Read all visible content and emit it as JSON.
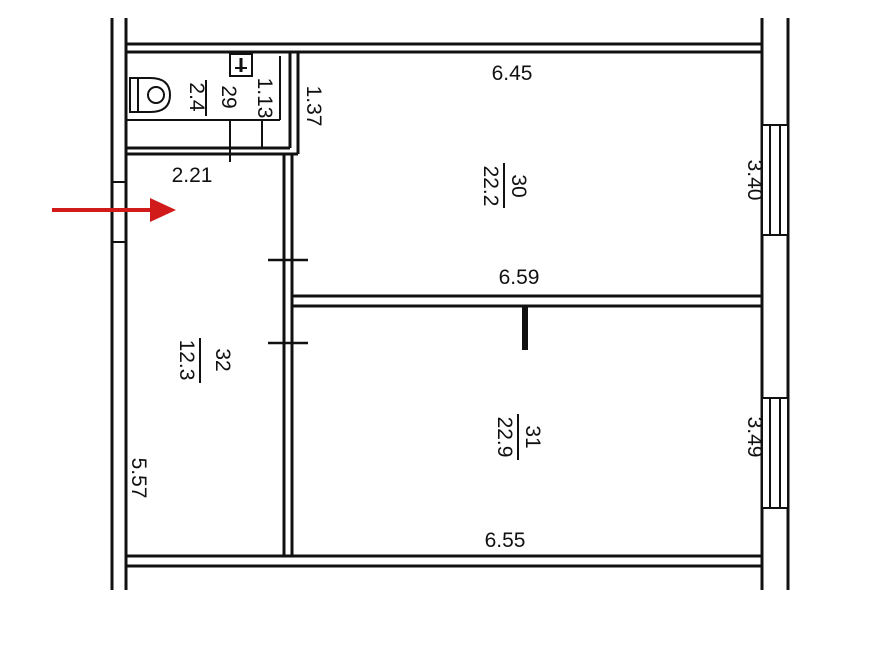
{
  "plan": {
    "dimensions": {
      "top_width": "6.45",
      "toilet_width": "2.21",
      "toilet_side_a": "1.13",
      "toilet_side_b": "1.37",
      "room30_height": "3.40",
      "middle_width": "6.59",
      "room31_height": "3.49",
      "bottom_width": "6.55",
      "left_height": "5.57"
    },
    "rooms": {
      "toilet": {
        "number": "29",
        "area": "2.4"
      },
      "room30": {
        "number": "30",
        "area": "22.2"
      },
      "room31": {
        "number": "31",
        "area": "22.9"
      },
      "room32": {
        "number": "32",
        "area": "12.3"
      }
    },
    "icons": [
      "toilet-icon",
      "entrance-arrow-icon",
      "window-icon",
      "door-icon"
    ],
    "colors": {
      "line": "#111111",
      "arrow": "#d11a1a",
      "background": "#ffffff"
    }
  }
}
